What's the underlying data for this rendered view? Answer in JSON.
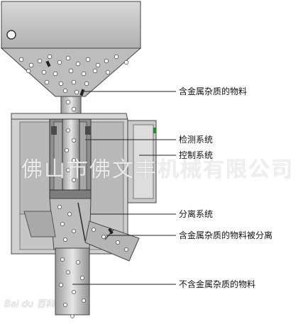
{
  "labels": {
    "metal_material": "含金属杂质的物料",
    "detection": "检测系统",
    "control": "控制系统",
    "separation": "分离系统",
    "separated": "含金属杂质的物料被分离",
    "clean": "不含金属杂质的物料"
  },
  "watermark": "佛山市佛文丰机械有限公司",
  "logo": "Bai du 百科",
  "colors": {
    "steel": "#c4c4c4",
    "dark": "#555555",
    "indicator": "#2a8a2a"
  }
}
